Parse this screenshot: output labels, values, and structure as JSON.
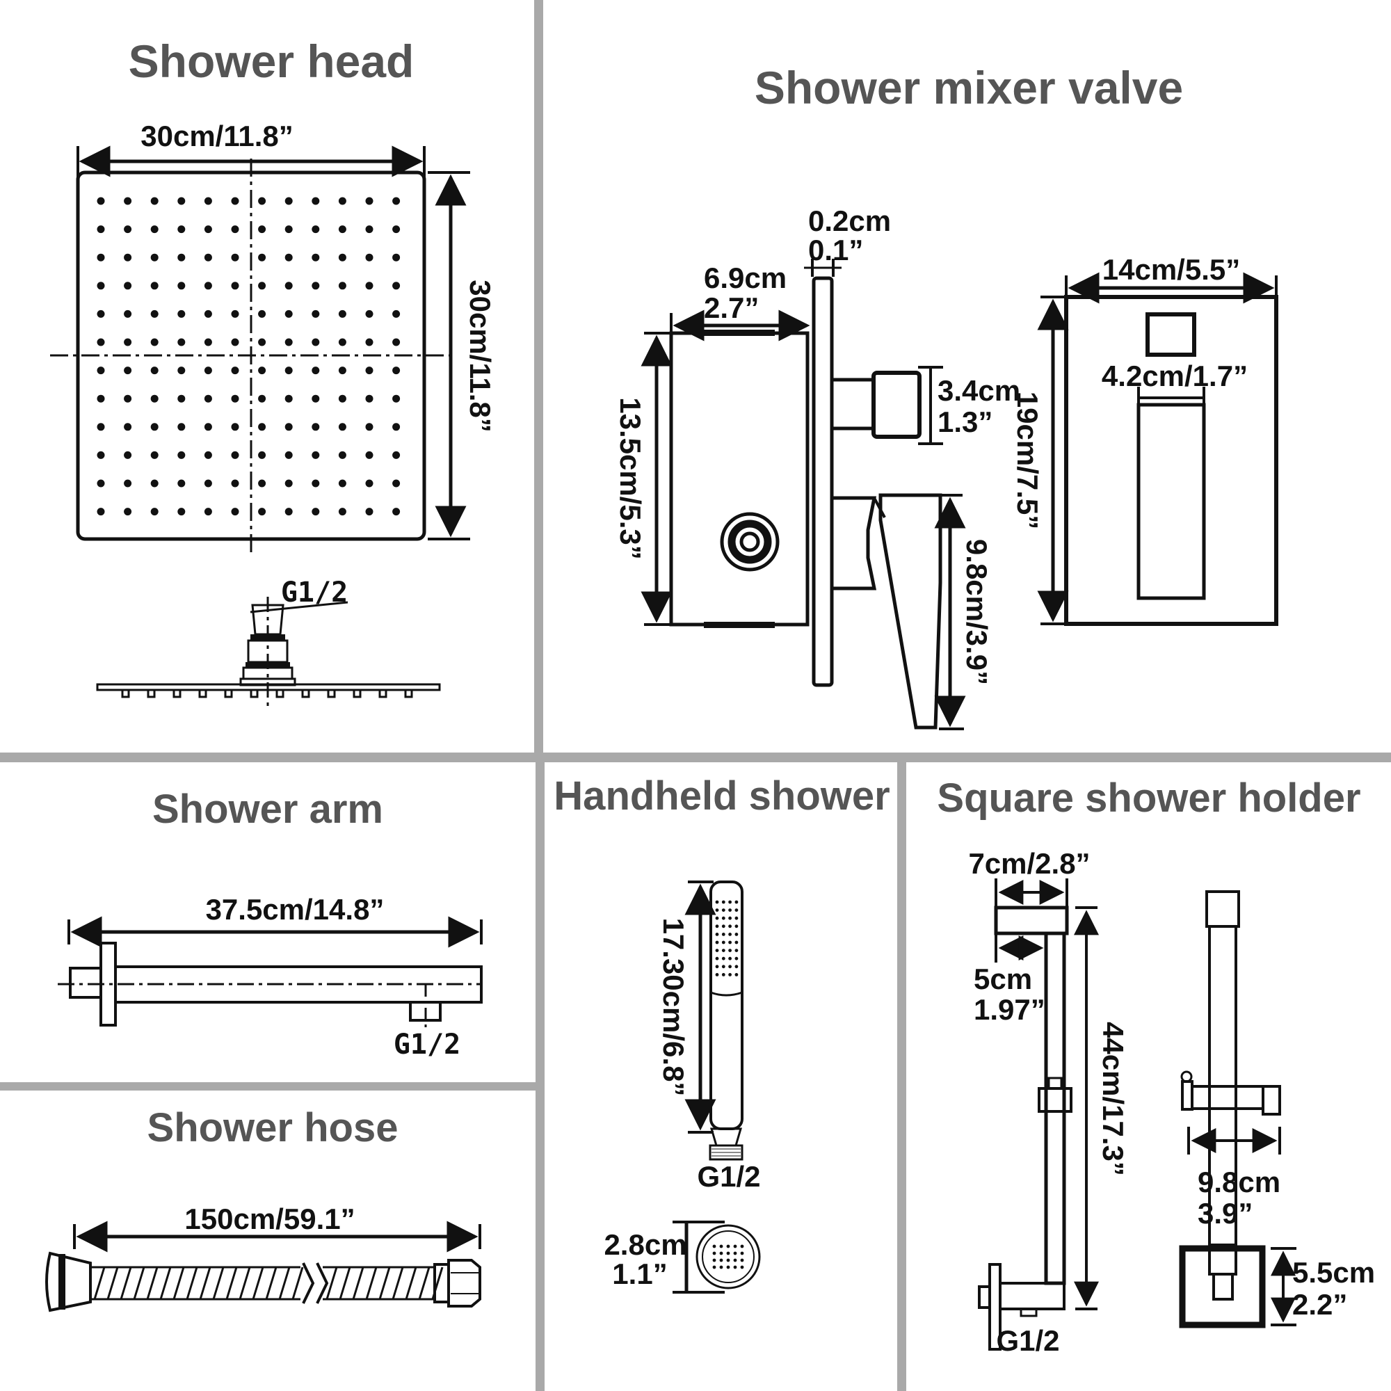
{
  "colors": {
    "title": "#555555",
    "ink": "#111111",
    "divider": "#a9a9a9"
  },
  "sections": {
    "shower_head": {
      "title": "Shower head",
      "dim_width": "30cm/11.8”",
      "dim_height": "30cm/11.8”",
      "thread": "G1/2"
    },
    "mixer_valve": {
      "title": "Shower mixer valve",
      "dim_plate_thickness_cm": "0.2cm",
      "dim_plate_thickness_in": "0.1”",
      "dim_body_width_cm": "6.9cm",
      "dim_body_width_in": "2.7”",
      "dim_body_height": "13.5cm/5.3”",
      "dim_knob_cm": "3.4cm",
      "dim_knob_in": "1.3”",
      "dim_handle": "9.8cm/3.9”",
      "dim_trim_width": "14cm/5.5”",
      "dim_trim_height": "19cm/7.5”",
      "dim_lever_cutout": "4.2cm/1.7”"
    },
    "shower_arm": {
      "title": "Shower arm",
      "dim_length": "37.5cm/14.8”",
      "thread": "G1/2"
    },
    "shower_hose": {
      "title": "Shower hose",
      "dim_length": "150cm/59.1”"
    },
    "handheld_shower": {
      "title": "Handheld shower",
      "dim_length": "17.30cm/6.8”",
      "thread": "G1/2",
      "dim_diameter_cm": "2.8cm",
      "dim_diameter_in": "1.1”"
    },
    "shower_holder": {
      "title": "Square shower holder",
      "dim_bracket": "7cm/2.8”",
      "dim_offset_cm": "5cm",
      "dim_offset_in": "1.97”",
      "dim_bar": "44cm/17.3”",
      "dim_holder_cm": "9.8cm",
      "dim_holder_in": "3.9”",
      "dim_base_cm": "5.5cm",
      "dim_base_in": "2.2”",
      "thread": "G1/2"
    }
  }
}
